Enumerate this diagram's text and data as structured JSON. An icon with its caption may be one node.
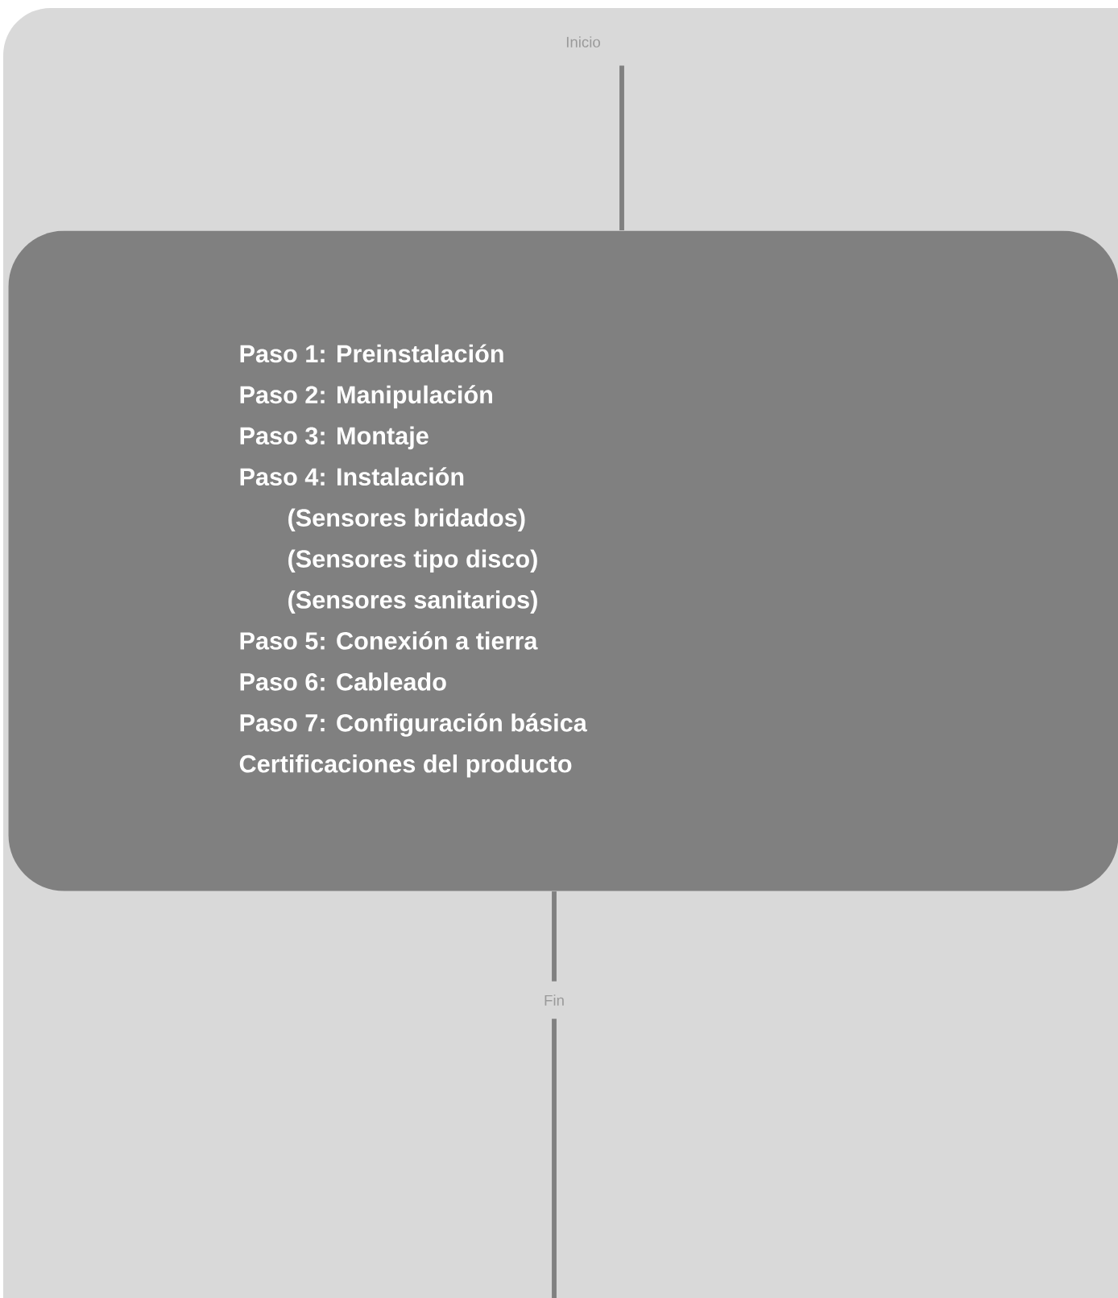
{
  "diagram": {
    "nodes": [
      {
        "text": [
          "Inicio"
        ]
      },
      {
        "text": [
          "Paso 1: Preinstalación",
          "Paso 2: Manipulación",
          "Paso 3: Montaje",
          "Paso 4: Instalación",
          "(Sensores bridados)",
          "(Sensores tipo disco)",
          "(Sensores sanitarios)",
          "Paso 5: Conexión a tierra",
          "Paso 6: Cableado",
          "Paso 7: Configuración básica",
          "Certificaciones del producto"
        ]
      },
      {
        "text": [
          "Fin"
        ]
      }
    ],
    "edges": [
      {
        "from": 0,
        "to": 1,
        "arrow": "none"
      },
      {
        "from": 1,
        "to": 2,
        "arrow": "none"
      },
      {
        "from": 2,
        "to": null,
        "arrow": "none"
      }
    ]
  }
}
